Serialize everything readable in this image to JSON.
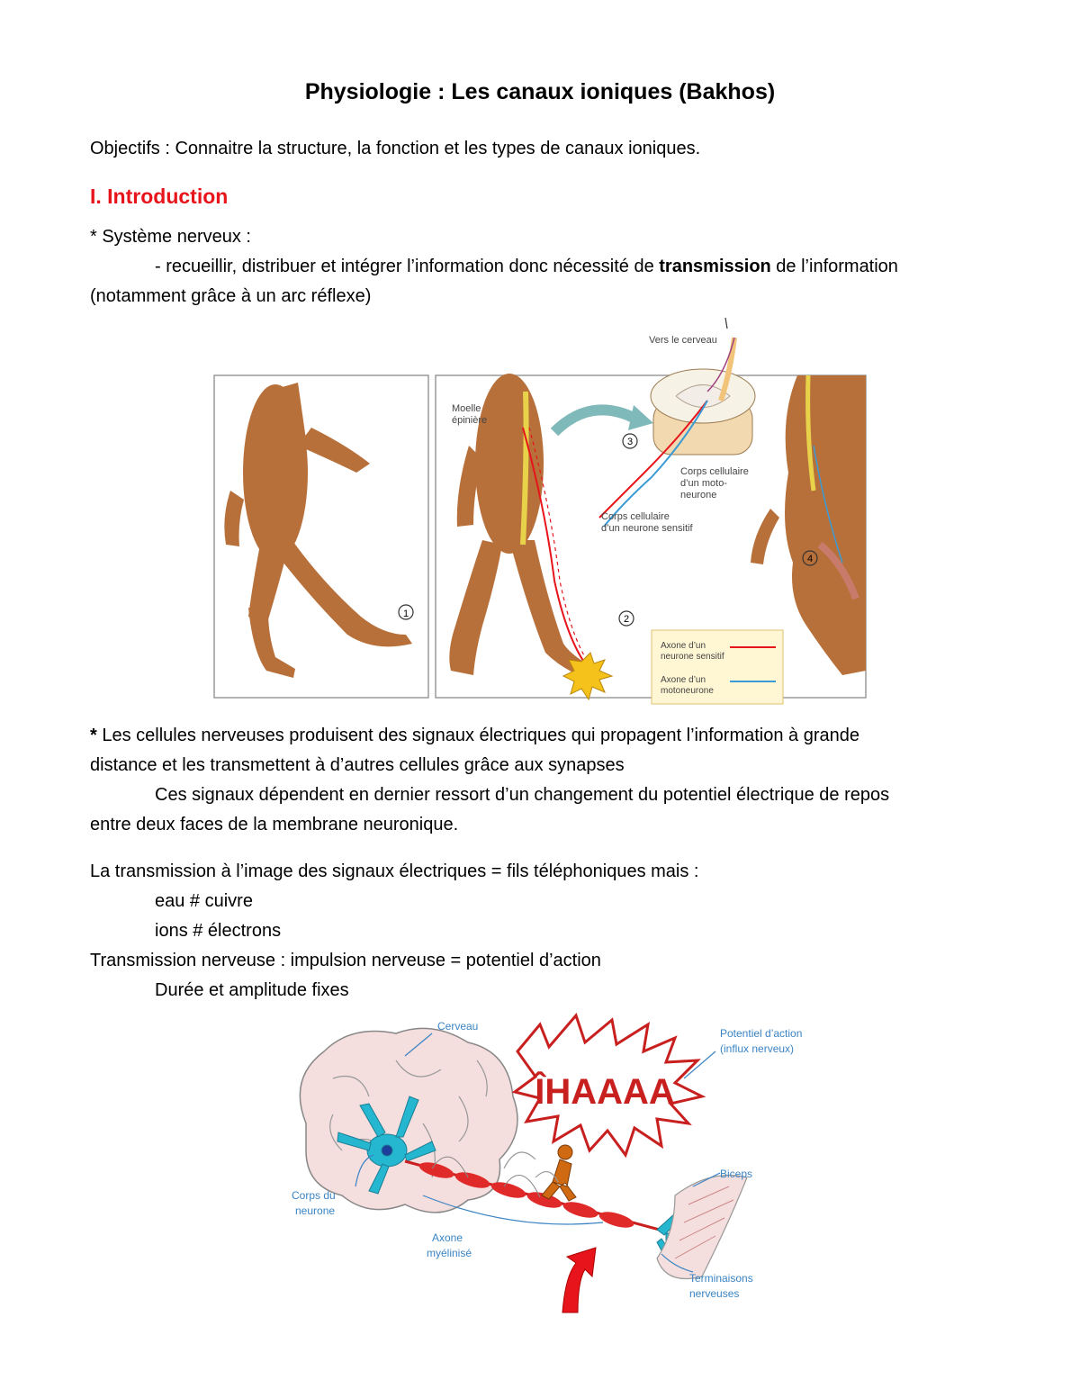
{
  "title": "Physiologie : Les canaux ioniques (Bakhos)",
  "objectives": "Objectifs : Connaitre la structure, la fonction et les types de canaux ioniques.",
  "section1": {
    "heading": "I. Introduction"
  },
  "p1": {
    "bullet": "* Système nerveux :",
    "line1_a": "- recueillir, distribuer et intégrer l’information donc nécessité de ",
    "line1_b": "transmission",
    "line1_c": " de l’information",
    "line2": "(notamment grâce à un arc réflexe)"
  },
  "fig1": {
    "vers_cerveau": "Vers le cerveau",
    "moelle1": "Moelle",
    "moelle2": "épinière",
    "corps_moto1": "Corps cellulaire",
    "corps_moto2": "d’un moto-",
    "corps_moto3": "neurone",
    "corps_sens1": "Corps cellulaire",
    "corps_sens2": "d’un neurone sensitif",
    "n1": "1",
    "n2": "2",
    "n3": "3",
    "n4": "4",
    "legend_sens1": "Axone d’un",
    "legend_sens2": "neurone sensitif",
    "legend_moto1": "Axone d’un",
    "legend_moto2": "motoneurone",
    "colors": {
      "sensory": "#e8141b",
      "motor": "#3a9bd6",
      "skin": "#b8703a"
    }
  },
  "p2": {
    "l1_star": "*",
    "l1": " Les cellules nerveuses produisent des signaux électriques qui propagent l’information à grande",
    "l2": "distance et les transmettent à d’autres cellules grâce aux synapses",
    "l3": "Ces signaux dépendent en dernier ressort d’un changement du potentiel électrique de repos",
    "l4": "entre deux faces de la membrane neuronique."
  },
  "p3": {
    "l1": "La transmission à l’image des signaux électriques = fils téléphoniques mais :",
    "l2": "eau # cuivre",
    "l3": "ions # électrons",
    "l4": "Transmission nerveuse : impulsion nerveuse = potentiel d’action",
    "l5": "Durée et amplitude fixes"
  },
  "fig2": {
    "cerveau": "Cerveau",
    "pa1": "Potentiel d’action",
    "pa2": "(influx nerveux)",
    "shout": "ÎHAAAA",
    "biceps": "Biceps",
    "corps1": "Corps du",
    "corps2": "neurone",
    "axone1": "Axone",
    "axone2": "myélinisé",
    "term1": "Terminaisons",
    "term2": "nerveuses",
    "colors": {
      "label": "#3a84c4",
      "neuron": "#25b7cf",
      "axon": "#e02a2a"
    }
  }
}
